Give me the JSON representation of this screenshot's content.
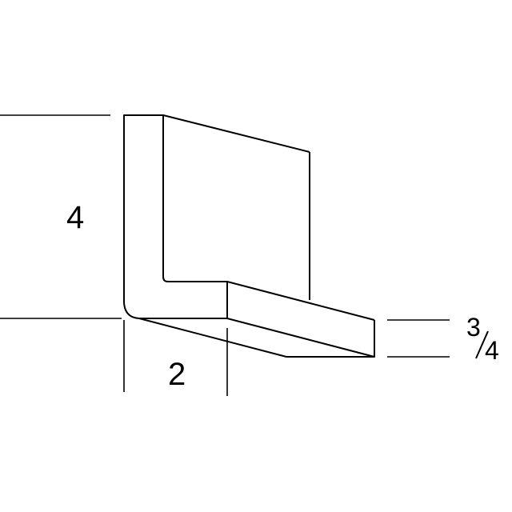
{
  "dimensions": {
    "height": "4",
    "depth": "2",
    "thickness_numerator": "3",
    "thickness_denominator": "4"
  }
}
